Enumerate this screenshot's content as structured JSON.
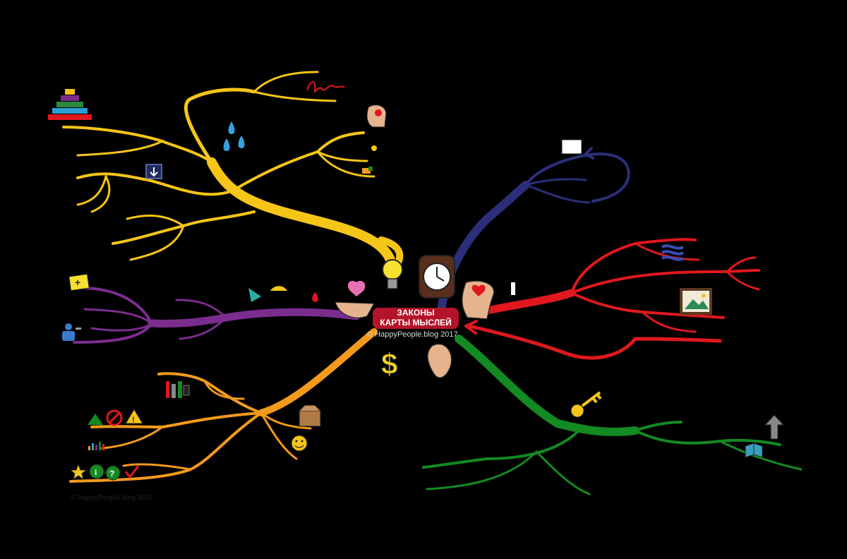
{
  "center": {
    "title_line1": "ЗАКОНЫ",
    "title_line2": "КАРТЫ МЫСЛЕЙ",
    "copyright": "© HappyPeople.blog 2017"
  },
  "corner_copyright": "© HappyPeople.blog 2017",
  "colors": {
    "background": "#000000",
    "yellow_branch": "#f5c518",
    "purple_branch": "#7b2d8e",
    "orange_branch": "#f39a1c",
    "blue_branch": "#2b2f7a",
    "red_branch": "#e0181e",
    "green_branch": "#138a22",
    "title_badge": "#b3142a"
  },
  "icons": [
    "lightbulb-icon",
    "clock-icon",
    "head-heart-icon",
    "hand-heart-icon",
    "dollar-icon",
    "ear-icon",
    "pyramid-icon",
    "water-drops-icon",
    "scribble-icon",
    "head-heart-small-icon",
    "download-icon",
    "plus-card-icon",
    "person-icon",
    "shapes-icon",
    "drop-icon",
    "pens-icon",
    "triangle-icon",
    "no-icon",
    "warning-icon",
    "bar-chart-icon",
    "star-icon",
    "info-icon",
    "question-icon",
    "check-icon",
    "box-icon",
    "smiley-icon",
    "key-icon",
    "book-icon",
    "up-arrow-icon",
    "frame-picture-icon",
    "waves-icon",
    "note-card-icon"
  ]
}
